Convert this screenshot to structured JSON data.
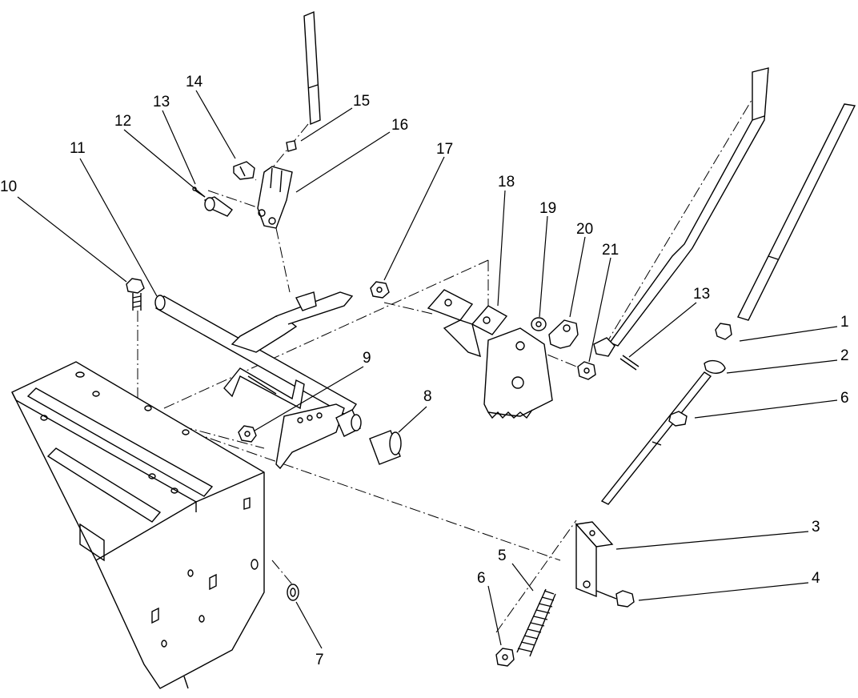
{
  "callouts": {
    "c1": "1",
    "c2": "2",
    "c3": "3",
    "c4": "4",
    "c5": "5",
    "c6a": "6",
    "c6b": "6",
    "c7": "7",
    "c8": "8",
    "c9": "9",
    "c10": "10",
    "c11": "11",
    "c12": "12",
    "c13a": "13",
    "c13b": "13",
    "c14": "14",
    "c15": "15",
    "c16": "16",
    "c17": "17",
    "c18": "18",
    "c19": "19",
    "c20": "20",
    "c21": "21"
  }
}
